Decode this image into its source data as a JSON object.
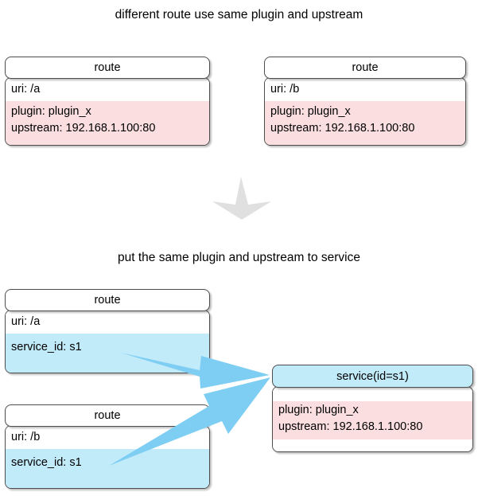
{
  "diagram": {
    "title_top": "different route use same plugin and upstream",
    "title_bottom": "put the same plugin and upstream to service",
    "colors": {
      "plugin_band": "#fadee0",
      "service_band": "#c2ebfa",
      "arrow_blue": "#7ecef4",
      "arrow_gray": "#e0e0e0",
      "box_border": "#4d4d4d",
      "background": "#ffffff"
    }
  },
  "top_section": {
    "route_a": {
      "header": "route",
      "uri": "uri: /a",
      "plugin": "plugin: plugin_x",
      "upstream": "upstream: 192.168.1.100:80"
    },
    "route_b": {
      "header": "route",
      "uri": "uri: /b",
      "plugin": "plugin: plugin_x",
      "upstream": "upstream: 192.168.1.100:80"
    }
  },
  "transform_arrow": {
    "icon": "arrow-down-icon",
    "direction": "down",
    "color": "#e0e0e0"
  },
  "bottom_section": {
    "route_a": {
      "header": "route",
      "uri": "uri: /a",
      "service_id": "service_id: s1"
    },
    "route_b": {
      "header": "route",
      "uri": "uri: /b",
      "service_id": "service_id: s1"
    },
    "service": {
      "header": "service(id=s1)",
      "plugin": "plugin: plugin_x",
      "upstream": "upstream: 192.168.1.100:80"
    },
    "links": [
      {
        "from": "route_a",
        "to": "service",
        "icon": "arrow-right-icon"
      },
      {
        "from": "route_b",
        "to": "service",
        "icon": "arrow-up-right-icon"
      }
    ]
  }
}
